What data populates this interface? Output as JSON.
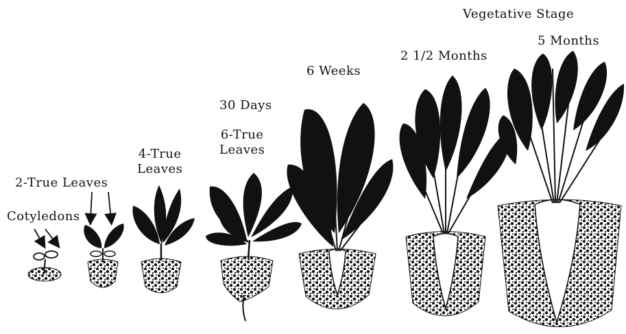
{
  "colors": {
    "ink": "#111111",
    "paper": "#ffffff"
  },
  "labels": {
    "cotyledons": "Cotyledons",
    "two_true_leaves": "2-True  Leaves",
    "four_true_leaves": "4-True\nLeaves",
    "thirty_days": "30  Days",
    "six_true_leaves": "6-True\nLeaves",
    "six_weeks": "6  Weeks",
    "two_half_months": "2  1/2  Months",
    "vegetative_stage": "Vegetative  Stage",
    "five_months": "5  Months"
  },
  "stages": [
    {
      "name": "cotyledons"
    },
    {
      "name": "two-true-leaves"
    },
    {
      "name": "four-true-leaves"
    },
    {
      "name": "six-true-leaves"
    },
    {
      "name": "six-weeks"
    },
    {
      "name": "two-and-a-half-months"
    },
    {
      "name": "five-months"
    }
  ]
}
